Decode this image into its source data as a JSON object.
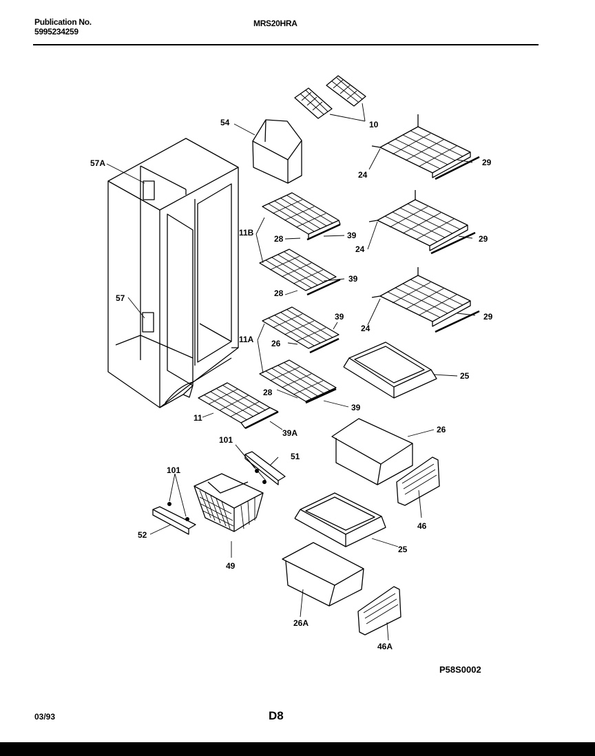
{
  "header": {
    "publication_label": "Publication No.",
    "publication_number": "5995234259",
    "model": "MRS20HRA"
  },
  "footer": {
    "date": "03/93",
    "page_code": "D8",
    "figure_id": "P58S0002"
  },
  "callouts": [
    "10",
    "54",
    "57A",
    "24",
    "29",
    "11B",
    "26",
    "39",
    "28",
    "57",
    "11A",
    "25",
    "11",
    "39A",
    "101",
    "51",
    "52",
    "49",
    "46",
    "26A",
    "46A"
  ]
}
